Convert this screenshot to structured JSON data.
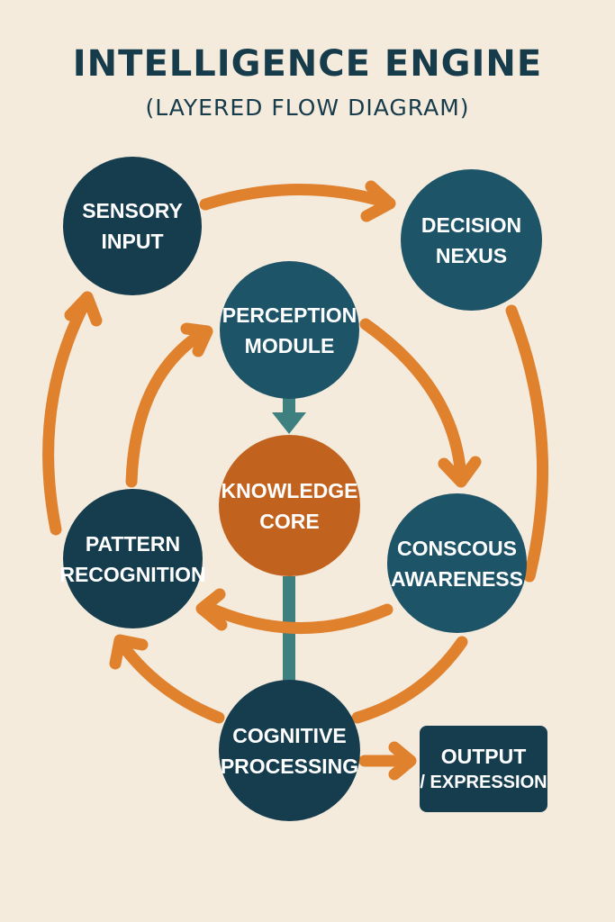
{
  "header": {
    "title": "INTELLIGENCE ENGINE",
    "subtitle": "(LAYERED FLOW DIAGRAM)"
  },
  "nodes": {
    "sensory_input": "SENSORY\nINPUT",
    "decision_nexus": "DECISION\nNEXUS",
    "perception_module": "PERCEPTION\nMODULE",
    "knowledge_core": "KNOWLEDGE\nCORE",
    "pattern_recognition": "PATTERN\nRECOGNITION",
    "conscious_awareness": "CONSCOUS\nAWARENESS",
    "cognitive_processing": "COGNITIVE\nPROCESSING"
  },
  "output_box": {
    "line1": "OUTPUT",
    "line2": "/ EXPRESSION"
  },
  "colors": {
    "background": "#F5EBDD",
    "dark_navy": "#153D4E",
    "teal": "#1E5468",
    "orange_node": "#C2621F",
    "orange_arrow": "#E0812E",
    "teal_connector": "#3E7F7F"
  }
}
